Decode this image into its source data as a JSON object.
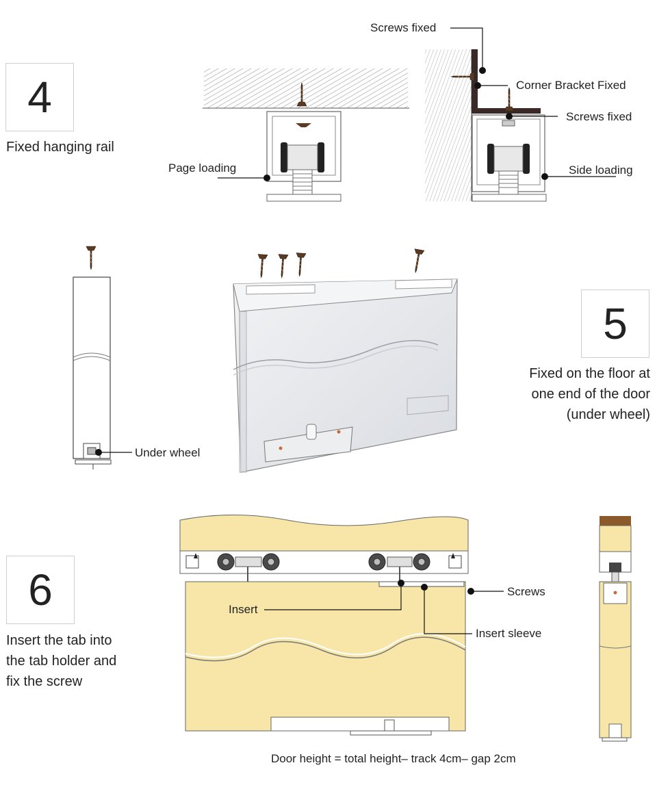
{
  "colors": {
    "door_fill": "#f7e6a8",
    "glass_fill": "#e9ebee",
    "bracket": "#3a2a27",
    "screw": "#5a3a22",
    "line": "#222222",
    "frame": "#555555"
  },
  "steps": [
    {
      "number": "4",
      "caption_lines": [
        "Fixed hanging rail"
      ]
    },
    {
      "number": "5",
      "caption_lines": [
        "Fixed on the floor at",
        "one end of the door",
        "(under wheel)"
      ]
    },
    {
      "number": "6",
      "caption_lines": [
        "Insert the tab into",
        "the tab holder and",
        "fix the screw"
      ]
    }
  ],
  "labels": {
    "screws_fixed_top": "Screws fixed",
    "corner_bracket": "Corner Bracket Fixed",
    "screws_fixed_right": "Screws fixed",
    "page_loading": "Page loading",
    "side_loading": "Side loading",
    "under_wheel": "Under wheel",
    "screws": "Screws",
    "insert": "Insert",
    "insert_sleeve": "Insert sleeve",
    "door_height": "Door height = total height– track 4cm– gap 2cm"
  },
  "icons": [
    "screw-icon",
    "ceiling-hatch",
    "wall-hatch",
    "pulley-wheel-icon",
    "floor-guide-icon"
  ]
}
